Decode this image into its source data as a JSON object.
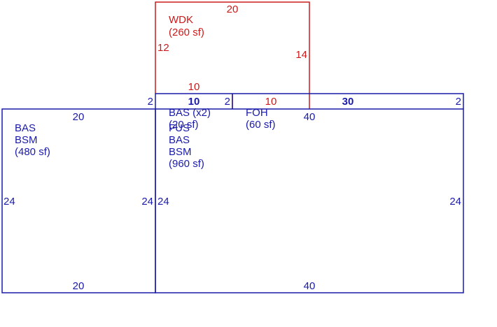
{
  "colors": {
    "blue": "#1a1aaa",
    "red": "#cc1a1a"
  },
  "areas": {
    "left": {
      "line1": "BAS",
      "line2": "BSM",
      "line3": "(480 sf)"
    },
    "wdk": {
      "line1": "WDK",
      "line2": "(260 sf)"
    },
    "bas_x2": {
      "line1": "BAS (x2)",
      "line2": "(20 sf)"
    },
    "foh": {
      "line1": "FOH",
      "line2": "(60 sf)"
    },
    "main": {
      "line1": "FUS",
      "line2": "BAS",
      "line3": "BSM",
      "line4": "(960 sf)"
    }
  },
  "dimensions": {
    "left_top": "20",
    "left_bottom": "20",
    "left_side_left": "24",
    "left_side_right": "24",
    "main_side_left": "24",
    "main_side_right": "24",
    "main_top": "40",
    "main_bottom": "40",
    "wdk_top": "20",
    "wdk_left": "12",
    "wdk_right": "14",
    "wdk_bottom": "10",
    "strip_left_end": "2",
    "strip_seg1": "10",
    "strip_mid_end": "2",
    "strip_seg2": "10",
    "strip_seg3": "30",
    "strip_right_end": "2"
  }
}
